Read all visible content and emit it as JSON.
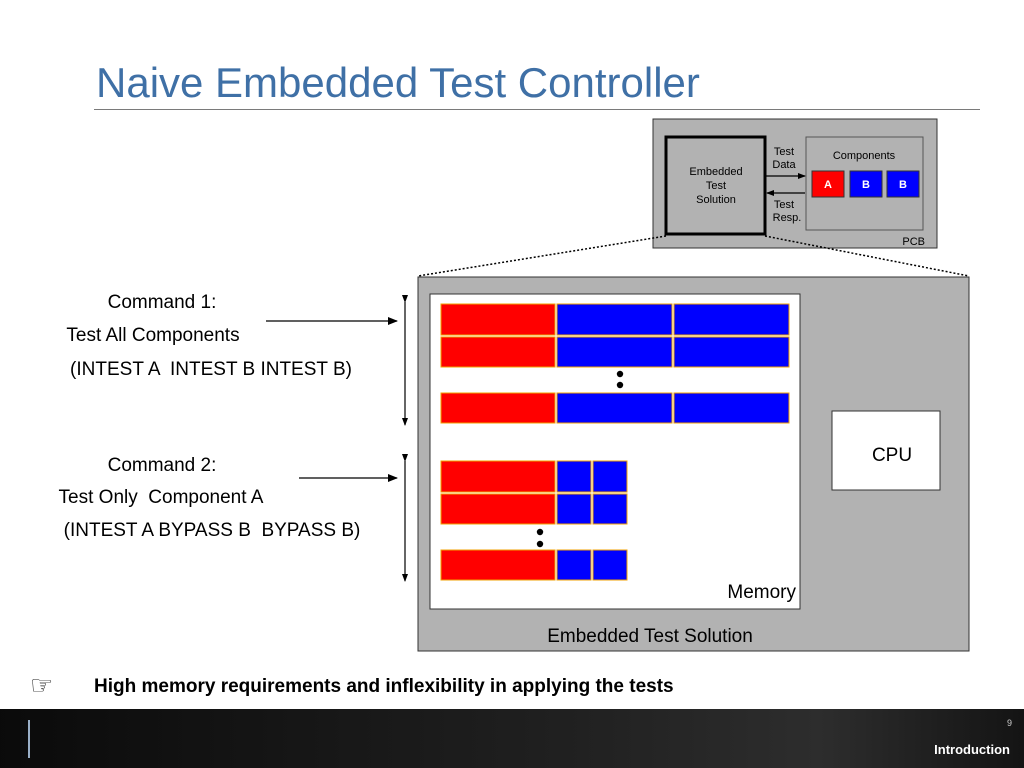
{
  "slide": {
    "title": "Naive Embedded Test Controller",
    "number": "9",
    "section": "Introduction"
  },
  "pcb": {
    "embedded_label": [
      "Embedded",
      "Test",
      "Solution"
    ],
    "test_data_label": [
      "Test",
      "Data"
    ],
    "test_resp_label": [
      "Test",
      "Resp."
    ],
    "components_title": "Components",
    "components": [
      "A",
      "B",
      "B"
    ],
    "pcb_label": "PCB"
  },
  "commands": [
    {
      "title": "Command 1:",
      "desc": "Test All Components",
      "detail": "(INTEST A  INTEST B INTEST B)"
    },
    {
      "title": "Command 2:",
      "desc": "Test Only  Component A",
      "detail": "(INTEST A BYPASS B  BYPASS B)"
    }
  ],
  "diagram": {
    "cpu_label": "CPU",
    "memory_label": "Memory",
    "embedded_solution_label": "Embedded Test Solution"
  },
  "bullet": {
    "icon": "pointing-hand-icon",
    "text": "High memory requirements and inflexibility in applying the tests"
  },
  "colors": {
    "title": "#3f70a6",
    "red": "#ff0000",
    "blue": "#0000ff",
    "gray_panel": "#b2b2b2"
  }
}
